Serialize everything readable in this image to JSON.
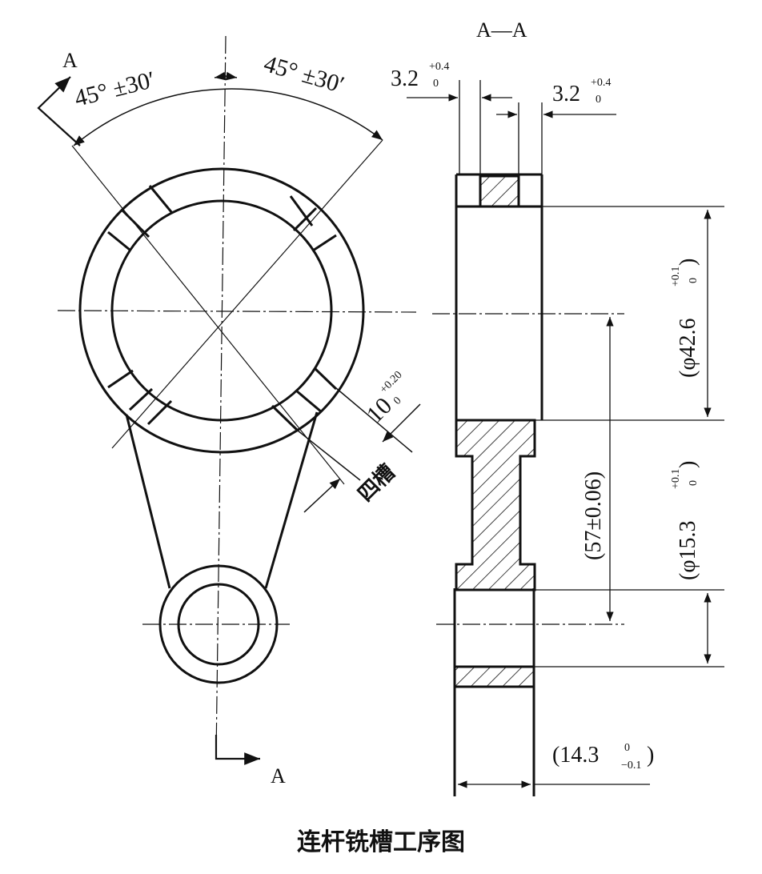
{
  "diagram": {
    "section_title": "A—A",
    "section_mark_top": "A",
    "section_mark_bottom": "A",
    "angle_left": "45°  ±30′",
    "angle_right": "45°  ±30′",
    "slot_width": "10",
    "slot_width_tol_upper": "+0.20",
    "slot_width_tol_lower": "0",
    "slot_label": "四槽",
    "depth_top_left": "3.2",
    "depth_top_left_upper": "+0.4",
    "depth_top_left_lower": "0",
    "depth_top_right": "3.2",
    "depth_top_right_upper": "+0.4",
    "depth_top_right_lower": "0",
    "dia_big_open": "(φ42.6",
    "dia_big_upper": "+0.1",
    "dia_big_lower": "0",
    "dia_big_close": ")",
    "dia_small_open": "(φ15.3",
    "dia_small_upper": "+0.1",
    "dia_small_lower": "0",
    "dia_small_close": ")",
    "center_distance": "(57±0.06)",
    "thickness_open": "(14.3",
    "thickness_upper": "0",
    "thickness_lower": "−0.1",
    "thickness_close": ")",
    "caption": "连杆铣槽工序图"
  }
}
